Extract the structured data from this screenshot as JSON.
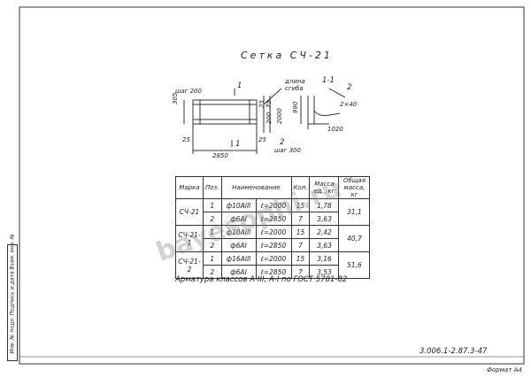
{
  "drawing": {
    "title": "Сетка СЧ-21",
    "labels": {
      "length_stretch": "длина",
      "sgiba": "сгиба",
      "step_top": "шаг 200",
      "step_bottom": "шаг 300",
      "mark_1": "1",
      "mark_2": "2",
      "dim_305": "305",
      "dim_25_left": "25",
      "dim_25_mid": "25",
      "dim_2850": "2850",
      "dim_200": "200",
      "dim_2000": "2000",
      "dim_25_right": "25",
      "dim_75": "75"
    },
    "section": {
      "title": "1-1",
      "mark_2": "2",
      "dim_990": "990",
      "dim_1020": "1020",
      "dim_2x40": "2×40"
    }
  },
  "table": {
    "headers": [
      "Марка",
      "Поз.",
      "Наименование",
      "Кол.",
      "Масса ед., кг",
      "Общая масса, кг"
    ],
    "rows": [
      {
        "marka": "СЧ-21",
        "poz": "1",
        "name": "ф10АIII",
        "len": "ℓ=2000",
        "kol": "15",
        "mass": "1,78",
        "total": "31,1"
      },
      {
        "marka": "",
        "poz": "2",
        "name": "ф6АI",
        "len": "ℓ=2850",
        "kol": "7",
        "mass": "3,63",
        "total": ""
      },
      {
        "marka": "СЧ-21-1",
        "poz": "1",
        "name": "ф10АIII",
        "len": "ℓ=2000",
        "kol": "15",
        "mass": "2,42",
        "total": "40,7"
      },
      {
        "marka": "",
        "poz": "2",
        "name": "ф6АI",
        "len": "ℓ=2850",
        "kol": "7",
        "mass": "3,63",
        "total": ""
      },
      {
        "marka": "СЧ-21-2",
        "poz": "1",
        "name": "ф16АIII",
        "len": "ℓ=2000",
        "kol": "15",
        "mass": "3,16",
        "total": "51,6"
      },
      {
        "marka": "",
        "poz": "2",
        "name": "ф6АI",
        "len": "ℓ=2850",
        "kol": "7",
        "mass": "3,53",
        "total": ""
      }
    ]
  },
  "note": "Арматура классов А-III, А-I по ГОСТ 5781-82",
  "sheet_code": "3.006.1-2.87.3-47",
  "format": "Формат А4",
  "stamp_text": "Инв. № подл.  Подпись и дата  Взам. инв. №",
  "watermark": "bayesophi.ru"
}
